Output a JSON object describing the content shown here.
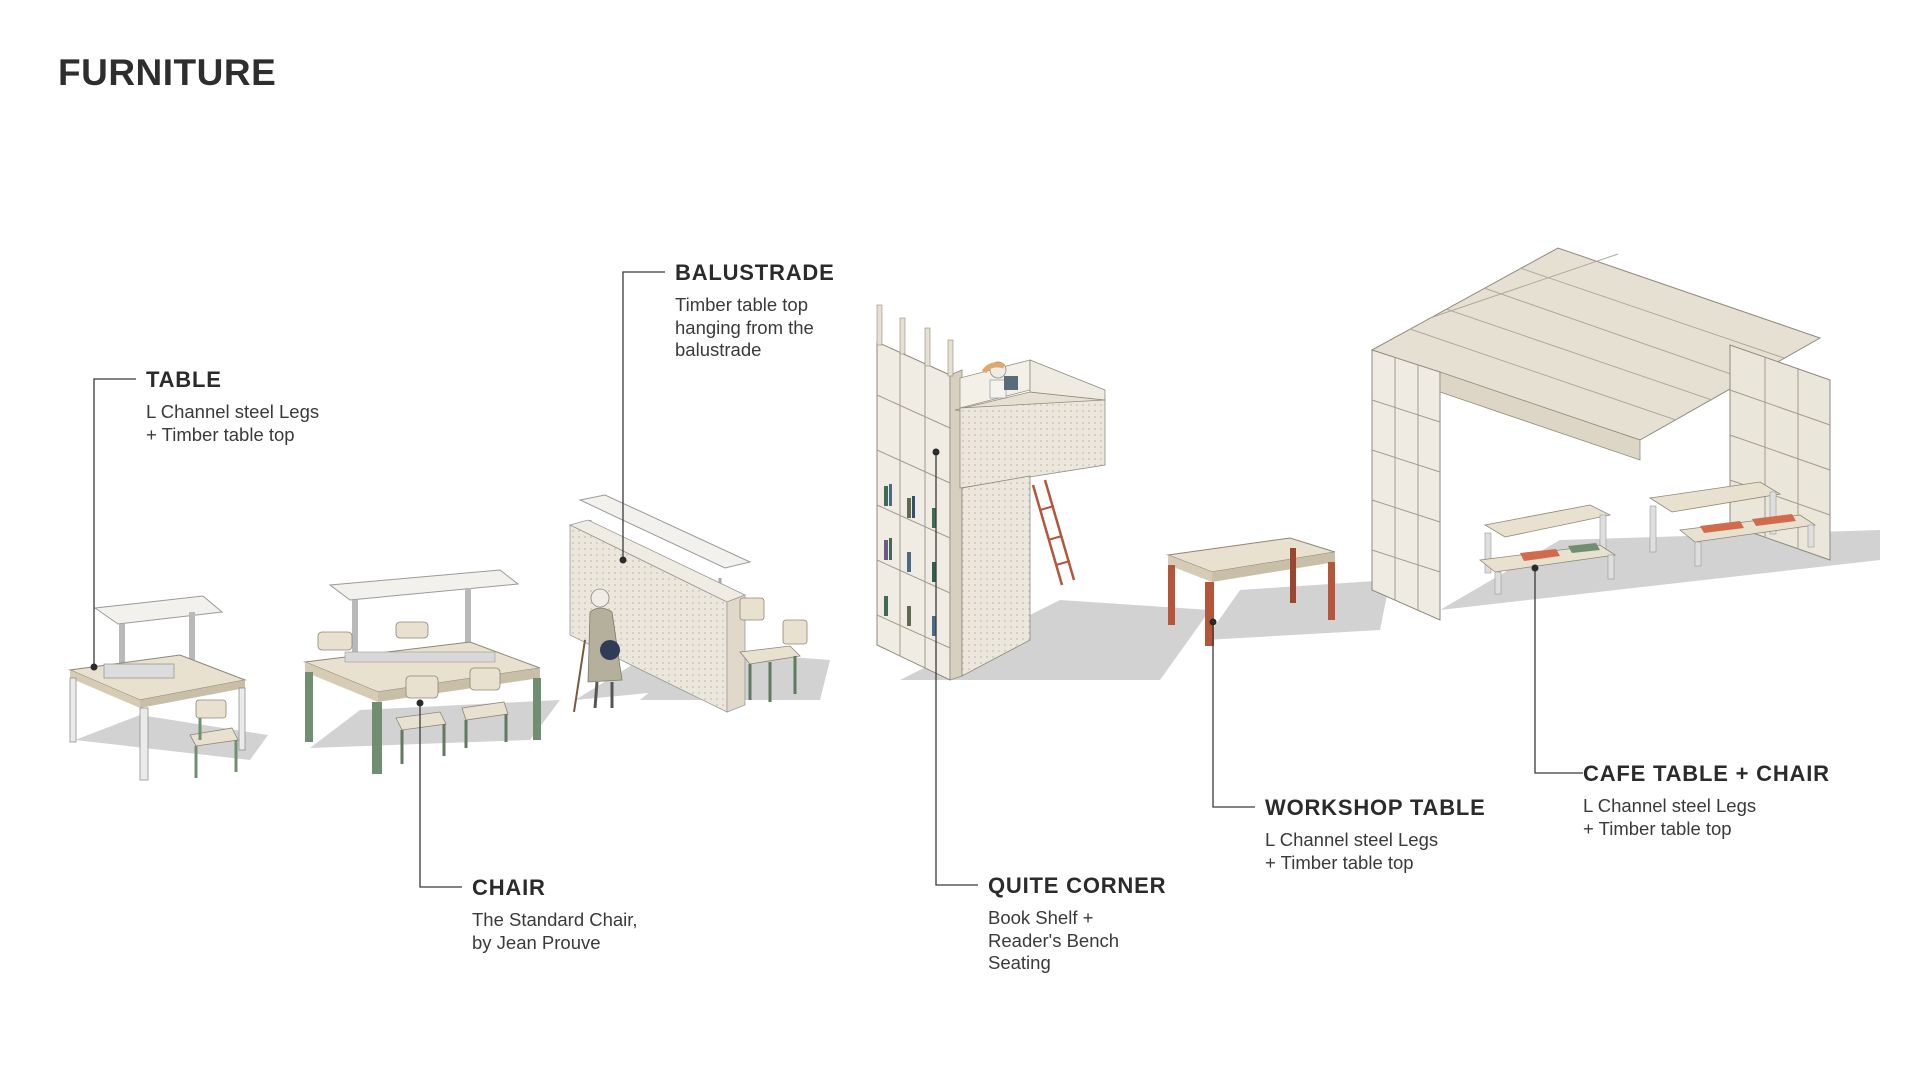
{
  "page": {
    "title": "FURNITURE"
  },
  "callouts": {
    "table": {
      "title": "TABLE",
      "desc": "L Channel steel Legs\n+ Timber table top"
    },
    "chair": {
      "title": "CHAIR",
      "desc": "The Standard Chair,\nby Jean Prouve"
    },
    "balustrade": {
      "title": "BALUSTRADE",
      "desc": "Timber table top\nhanging from the\nbalustrade"
    },
    "quite_corner": {
      "title": "QUITE CORNER",
      "desc": "Book Shelf +\nReader's Bench\nSeating"
    },
    "workshop_table": {
      "title": "WORKSHOP TABLE",
      "desc": "L Channel steel Legs\n+ Timber table top"
    },
    "cafe": {
      "title": "CAFE TABLE + CHAIR",
      "desc": "L Channel steel Legs\n+ Timber table top"
    }
  },
  "colors": {
    "timber": "#e9e1cf",
    "green_legs": "#6f8f70",
    "rust_legs": "#b5563a",
    "cushion": "#d26a4c",
    "shadow": "#cfcfcf",
    "line": "#3a3a3a"
  }
}
